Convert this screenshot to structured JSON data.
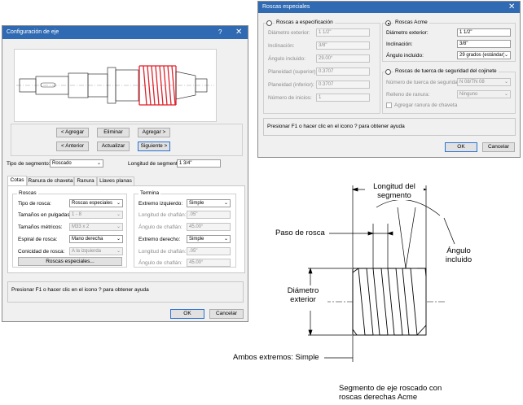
{
  "axis_dialog": {
    "title": "Configuración de eje",
    "help_btn": "?",
    "close_btn": "✕",
    "nav": {
      "add_left": "< Agregar",
      "delete": "Eliminar",
      "add_right": "Agregar >",
      "prev": "< Anterior",
      "update": "Actualizar",
      "next": "Siguiente >"
    },
    "segment_type_label": "Tipo de segmento:",
    "segment_type_value": "Roscado",
    "segment_length_label": "Longitud de segmento:",
    "segment_length_value": "1 3/4\"",
    "tabs": [
      "Cotas",
      "Ranura de chaveta",
      "Ranura",
      "Llaves planas"
    ],
    "threads": {
      "title": "Roscas",
      "type_label": "Tipo de rosca:",
      "type_value": "Roscas especiales",
      "inch_label": "Tamaños en pulgadas:",
      "inch_value": "1 - 8",
      "metric_label": "Tamaños métricos:",
      "metric_value": "M33 x 2",
      "spiral_label": "Espiral de rosca:",
      "spiral_value": "Mano derecha",
      "taper_label": "Conicidad de rosca:",
      "taper_value": "A la izquierda",
      "special_btn": "Roscas especiales..."
    },
    "termination": {
      "title": "Termina",
      "left_end_label": "Extremo izquierdo:",
      "left_end_value": "Simple",
      "chamfer_len_label": "Longitud de chaflán:",
      "chamfer_len_value": ".05\"",
      "chamfer_angle_label": "Ángulo de chaflán:",
      "chamfer_angle_value": "45.00°",
      "right_end_label": "Extremo derecho:",
      "right_end_value": "Simple",
      "chamfer_len2_value": ".05\"",
      "chamfer_angle2_value": "45.00°"
    },
    "help_text": "Presionar F1 o hacer clic en el icono ? para obtener ayuda",
    "ok": "OK",
    "cancel": "Cancelar"
  },
  "special_dialog": {
    "title": "Roscas especiales",
    "close_btn": "✕",
    "spec_radio": "Roscas a especificación",
    "spec_fields": [
      {
        "label": "Diámetro exterior:",
        "value": "1 1/2\""
      },
      {
        "label": "Inclinación:",
        "value": "3/8\""
      },
      {
        "label": "Ángulo incluido:",
        "value": "29.00°"
      },
      {
        "label": "Planeidad (superior):",
        "value": "0.3707"
      },
      {
        "label": "Planeidad (inferior):",
        "value": "0.3707"
      },
      {
        "label": "Número de inicios:",
        "value": "1"
      }
    ],
    "acme_radio": "Roscas Acme",
    "acme_diameter_label": "Diámetro exterior:",
    "acme_diameter_value": "1 1/2\"",
    "acme_pitch_label": "Inclinación:",
    "acme_pitch_value": "3/8\"",
    "acme_angle_label": "Ángulo incluido:",
    "acme_angle_value": "29 grados (estándar)",
    "bearing_radio": "Roscas de tuerca de seguridad del cojinete",
    "bearing_nut_label": "Número de tuerca de seguridad:",
    "bearing_nut_value": "N 08/TN 08",
    "bearing_fill_label": "Relleno de ranura:",
    "bearing_fill_value": "Ninguno",
    "bearing_keyway_label": "Agregar ranura de chaveta",
    "help_text": "Presionar F1 o hacer clic en el icono ? para obtener ayuda",
    "ok": "OK",
    "cancel": "Cancelar"
  },
  "diagram": {
    "segment_length": "Longitud del segmento",
    "thread_pitch": "Paso de rosca",
    "included_angle": "Ángulo incluido",
    "outer_diameter": "Diámetro exterior",
    "both_ends": "Ambos extremos: Simple",
    "caption": "Segmento de eje roscado con roscas derechas Acme"
  },
  "colors": {
    "title_bar": "#2f6ab3",
    "thread_highlight": "#e0202a",
    "default_button_border": "#2a72d4"
  }
}
